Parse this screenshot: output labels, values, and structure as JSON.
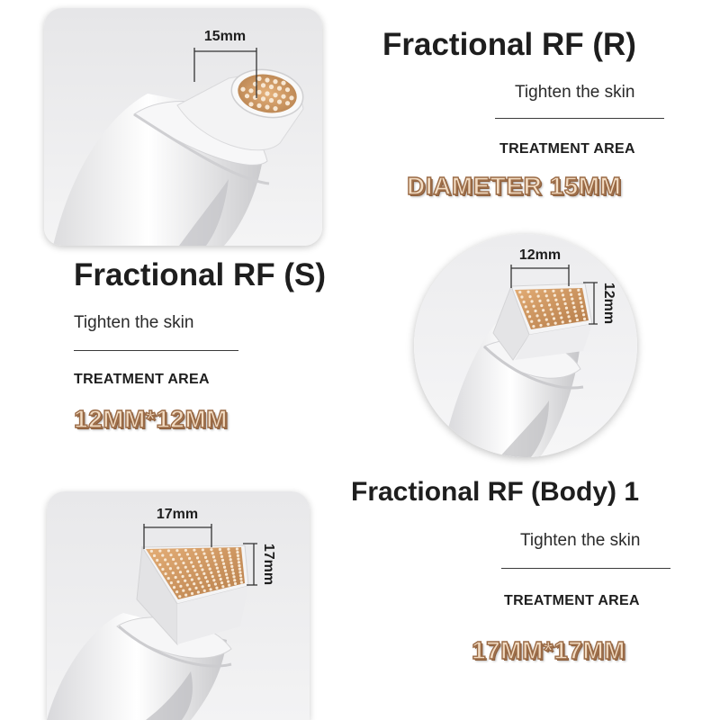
{
  "products": [
    {
      "title": "Fractional RF (R)",
      "subtitle": "Tighten the skin",
      "area_label": "TREATMENT AREA",
      "dimension": "DIAMETER 15MM",
      "tip_width": "15mm"
    },
    {
      "title": "Fractional RF (S)",
      "subtitle": "Tighten the skin",
      "area_label": "TREATMENT AREA",
      "dimension": "12MM*12MM",
      "tip_width": "12mm",
      "tip_height": "12mm"
    },
    {
      "title": "Fractional RF (Body) 1",
      "subtitle": "Tighten the skin",
      "area_label": "TREATMENT AREA",
      "dimension": "17MM*17MM",
      "tip_width": "17mm",
      "tip_height": "17mm"
    }
  ],
  "colors": {
    "gold_text": "#f2dcc3",
    "gold_outline": "#9a6a45",
    "electrode_gold": "#d2a06a",
    "title_text": "#1e1e1e"
  }
}
